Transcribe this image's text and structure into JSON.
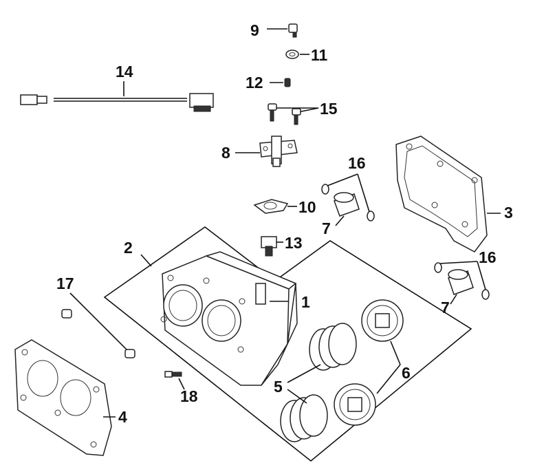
{
  "callouts": {
    "c1": "1",
    "c2": "2",
    "c3": "3",
    "c4": "4",
    "c5": "5",
    "c6": "6",
    "c7a": "7",
    "c7b": "7",
    "c8": "8",
    "c9": "9",
    "c10": "10",
    "c11": "11",
    "c12": "12",
    "c13": "13",
    "c14": "14",
    "c15": "15",
    "c16a": "16",
    "c16b": "16",
    "c17": "17",
    "c18": "18"
  }
}
